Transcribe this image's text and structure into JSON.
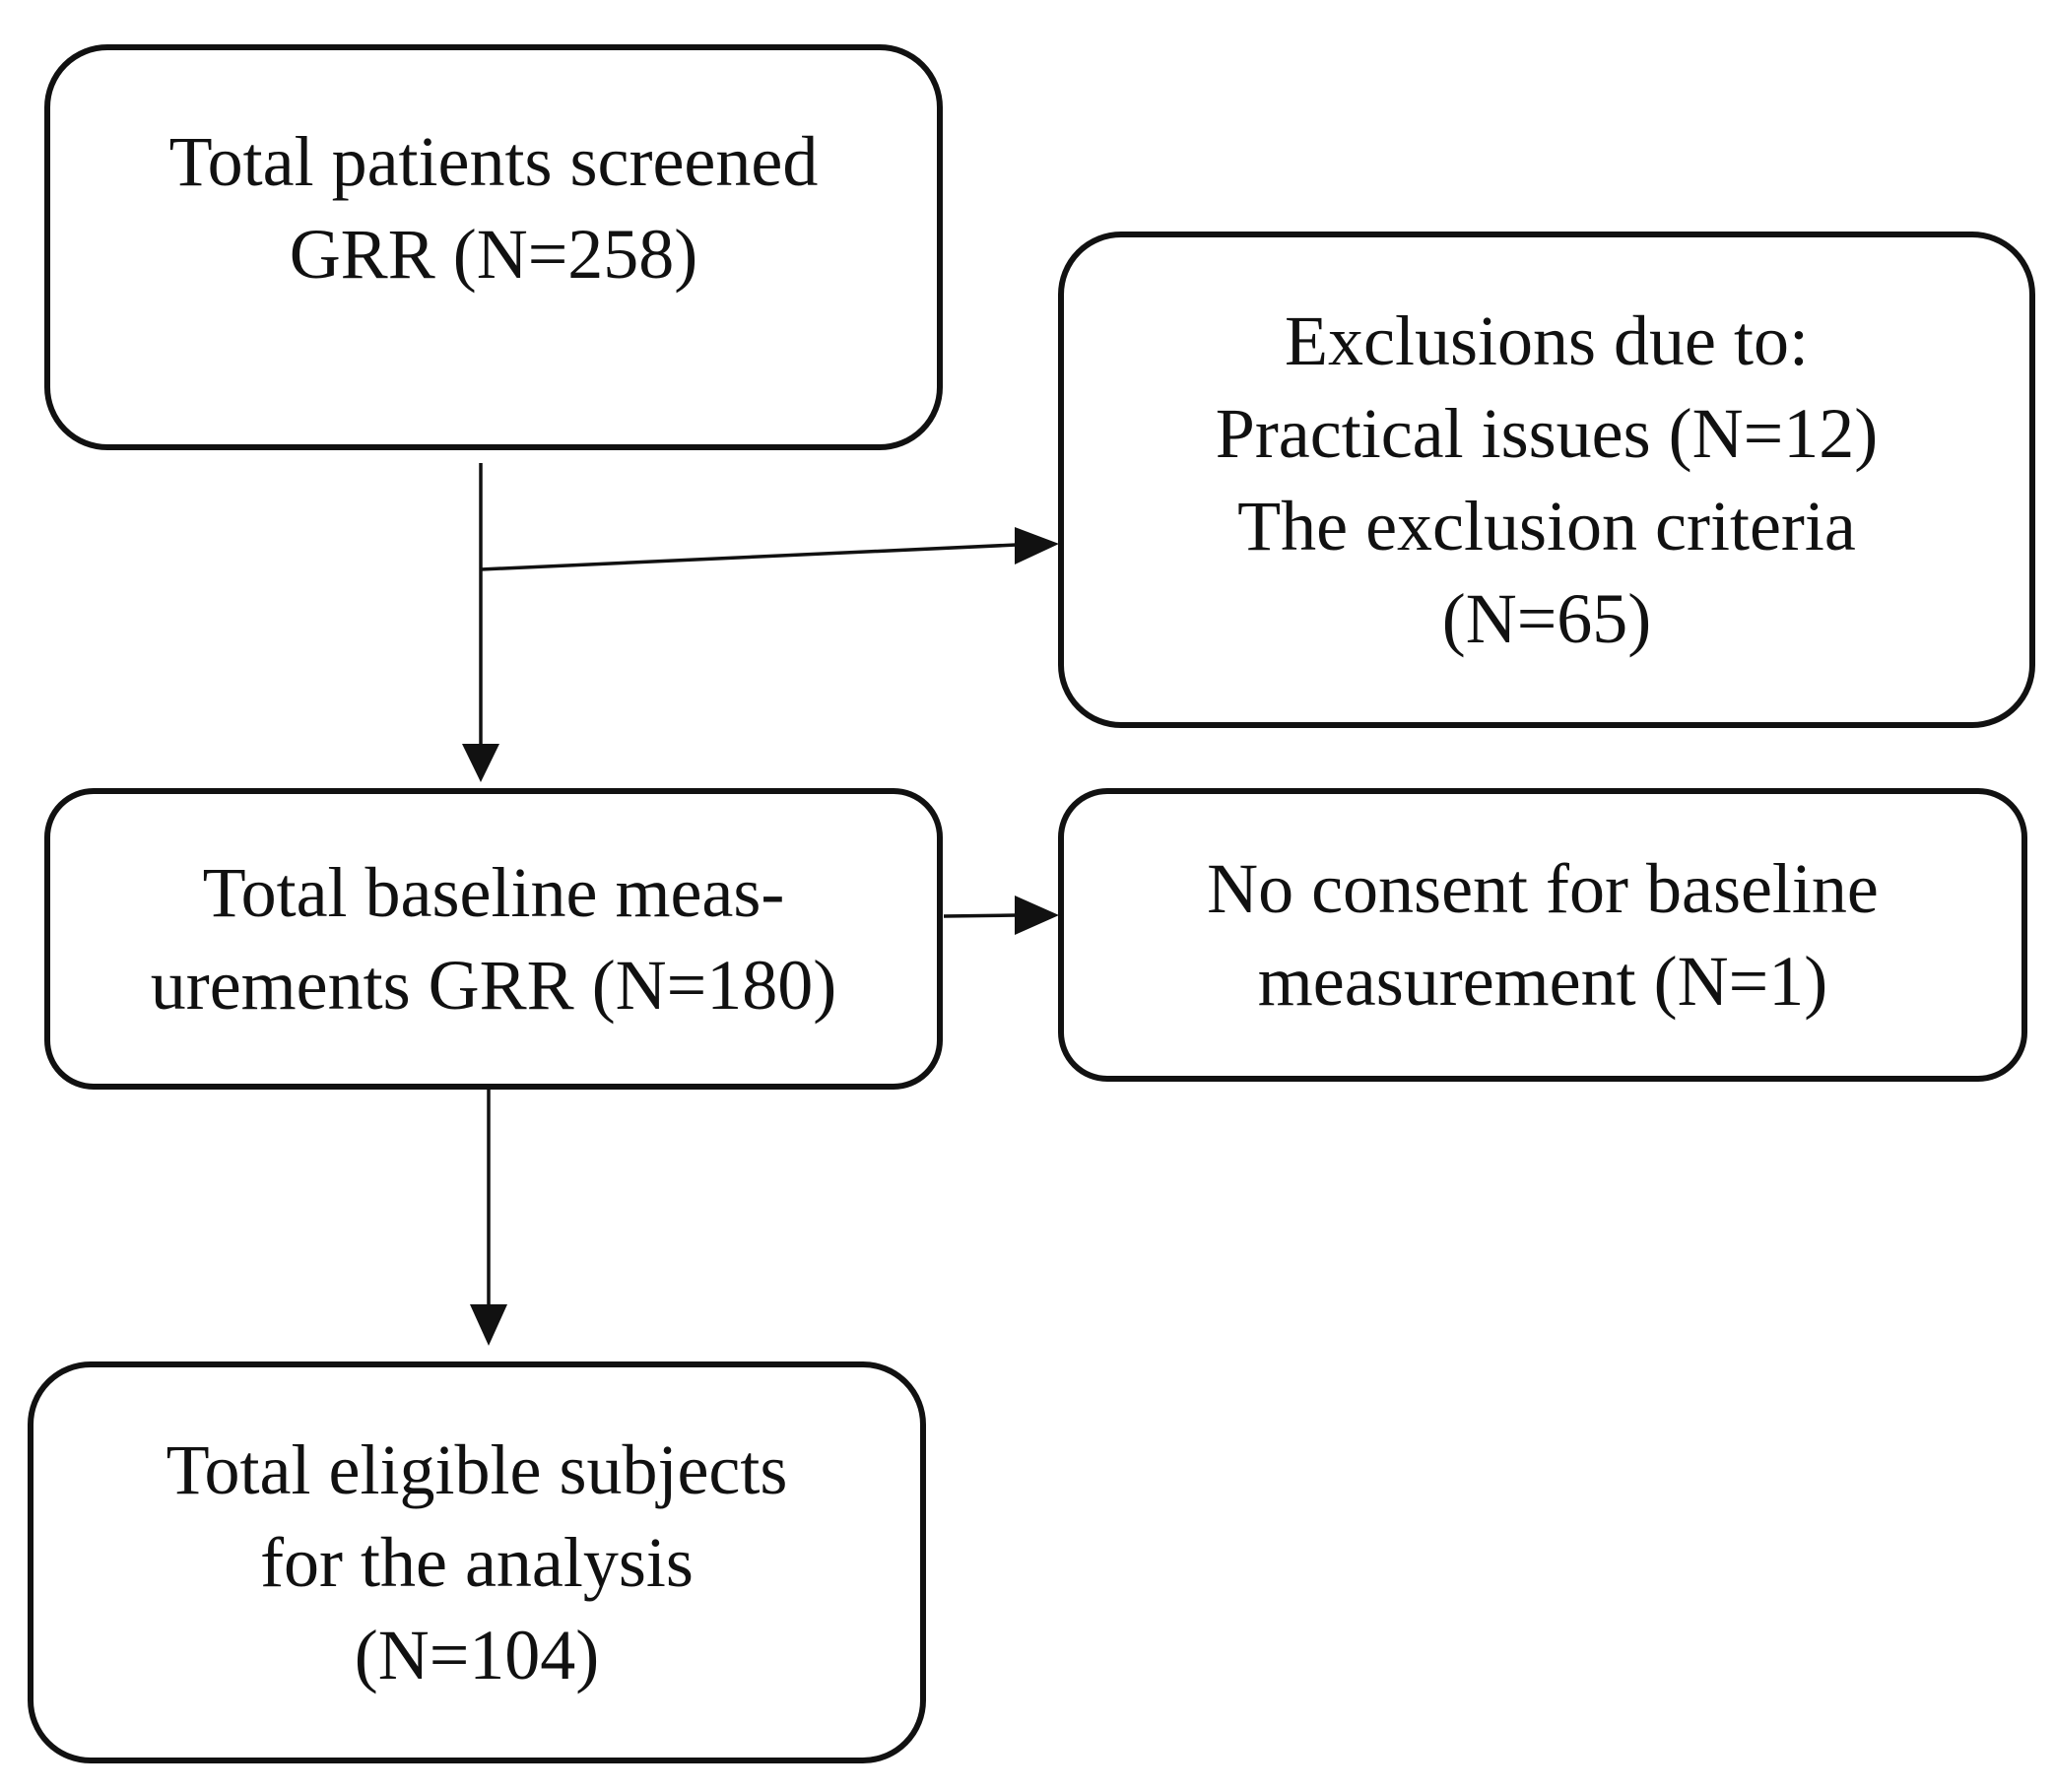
{
  "diagram": {
    "screened": {
      "lines": [
        "Total patients screened",
        "GRR (N=258)"
      ]
    },
    "exclusions": {
      "lines": [
        "Exclusions due to:",
        "Practical issues (N=12)",
        "The exclusion criteria",
        "(N=65)"
      ]
    },
    "baseline": {
      "lines": [
        "Total baseline meas-",
        "urements GRR (N=180)"
      ]
    },
    "no_consent": {
      "lines": [
        "No consent for baseline",
        "measurement (N=1)"
      ]
    },
    "eligible": {
      "lines": [
        "Total eligible subjects",
        "for the analysis",
        "(N=104)"
      ]
    }
  }
}
